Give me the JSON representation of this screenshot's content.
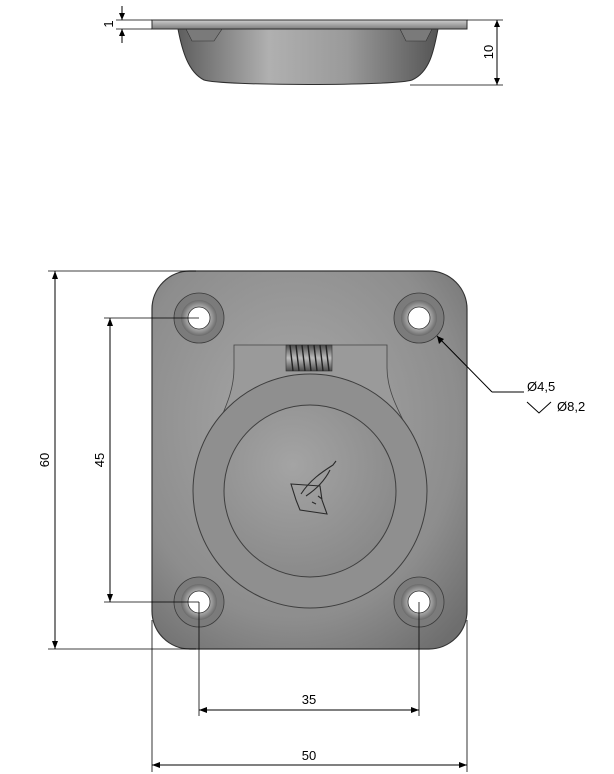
{
  "dimensions": {
    "flange_thickness": "1",
    "total_height": "10",
    "plate_height": "60",
    "hole_spacing_vertical": "45",
    "hole_spacing_horizontal": "35",
    "plate_width": "50",
    "hole_diameter": "Ø4,5",
    "countersink_diameter": "Ø8,2"
  },
  "colors": {
    "plate": "#8e8e8e",
    "plate_edge": "#3a3a3a",
    "dimension": "#000000"
  },
  "icons": {
    "countersink_symbol": "countersink-icon",
    "logo": "fish-logo-icon"
  }
}
